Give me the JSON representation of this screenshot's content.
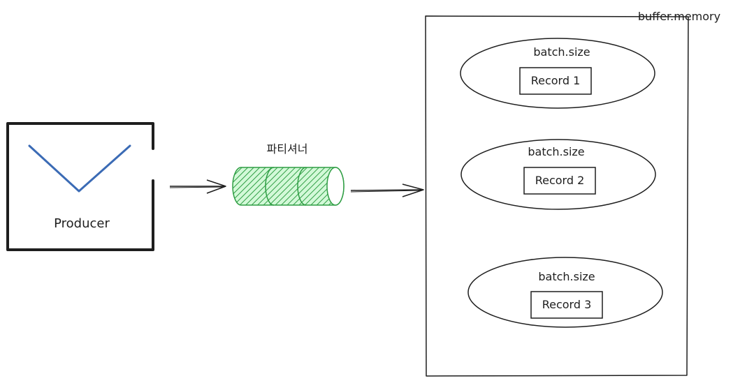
{
  "producer": {
    "label": "Producer",
    "stroke_color": "#1e1e1e",
    "icon_color": "#3b6bb5"
  },
  "partitioner": {
    "label": "파티셔너",
    "color": "#2f9e44",
    "fill": "#b2f2bb"
  },
  "buffer": {
    "label": "buffer.memory"
  },
  "batches": [
    {
      "label": "batch.size",
      "record": "Record 1"
    },
    {
      "label": "batch.size",
      "record": "Record 2"
    },
    {
      "label": "batch.size",
      "record": "Record 3"
    }
  ]
}
